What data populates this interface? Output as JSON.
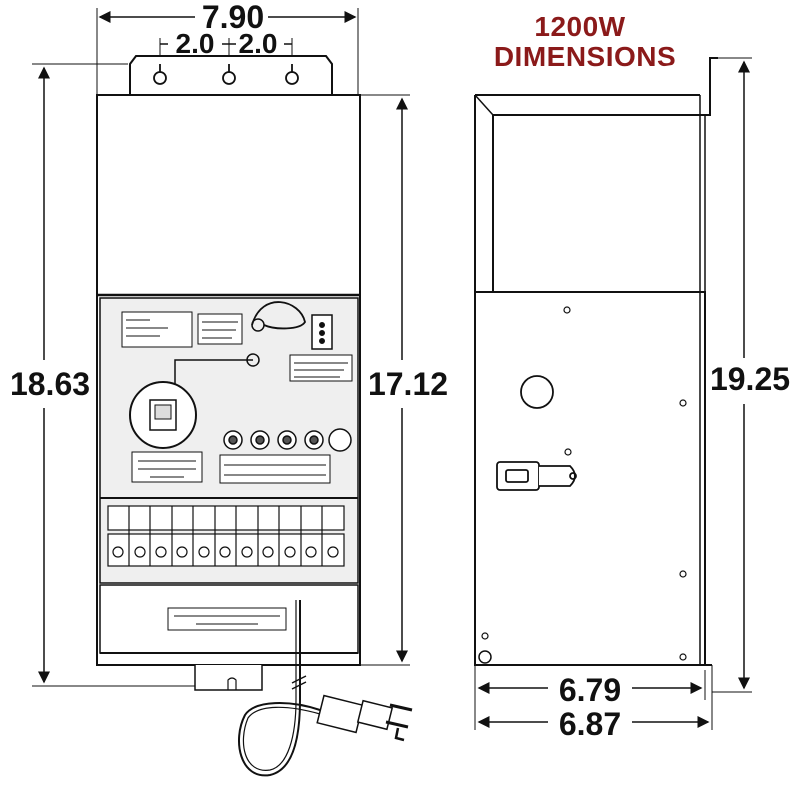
{
  "title": {
    "line1": "1200W",
    "line2": "DIMENSIONS"
  },
  "colors": {
    "title": "#8b1a1a",
    "panel": "#ececec",
    "line": "#111111"
  },
  "dimensions": {
    "overall_width": "7.90",
    "hole_spacing_left": "2.0",
    "hole_spacing_right": "2.0",
    "front_height_total": "18.63",
    "front_height_box": "17.12",
    "side_height": "19.25",
    "side_depth_inner": "6.79",
    "side_depth_outer": "6.87"
  }
}
